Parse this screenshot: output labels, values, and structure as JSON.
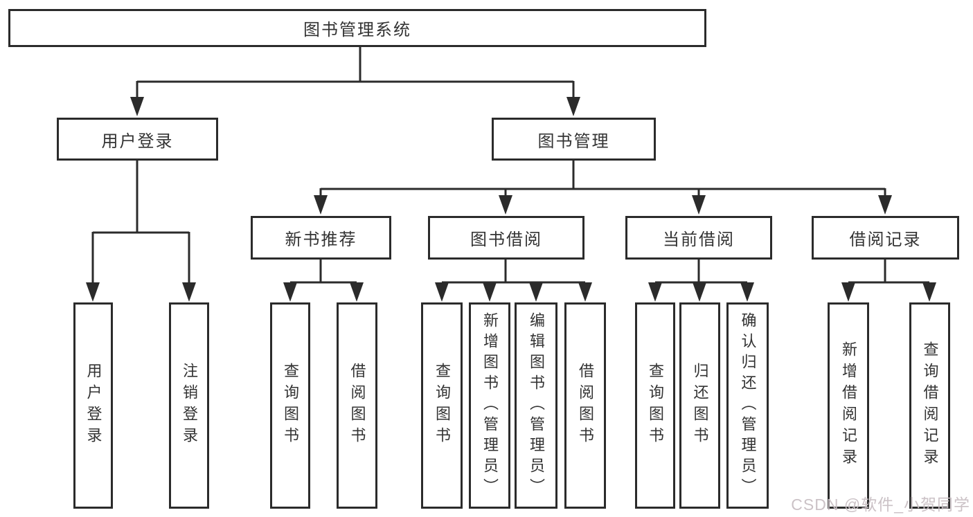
{
  "diagram": {
    "root": "图书管理系统",
    "level2": [
      "用户登录",
      "图书管理"
    ],
    "level3": [
      "新书推荐",
      "图书借阅",
      "当前借阅",
      "借阅记录"
    ],
    "leaves": {
      "login": [
        "用户登录",
        "注销登录"
      ],
      "recommend": [
        "查询图书",
        "借阅图书"
      ],
      "borrow": [
        "查询图书",
        "新增图书（管理员）",
        "编辑图书（管理员）",
        "借阅图书"
      ],
      "current": [
        "查询图书",
        "归还图书",
        "确认归还（管理员）"
      ],
      "records": [
        "新增借阅记录",
        "查询借阅记录"
      ]
    },
    "watermark": "CSDN @软件_小贺同学",
    "colors": {
      "line": "#2b2b2b",
      "text": "#333333",
      "background": "#ffffff",
      "watermark": "#c9bfc4"
    }
  }
}
